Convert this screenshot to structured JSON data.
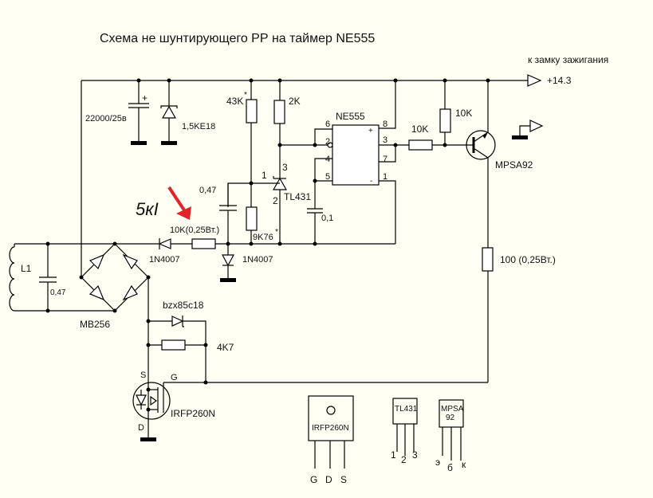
{
  "title": "Схема не шунтирующего РР на таймер NE555",
  "ignition_label": "к замку зажигания",
  "supply_label": "+14.3",
  "components": {
    "c_main": "22000/25в",
    "c_main_plus": "+",
    "tvs": "1,5KE18",
    "r_43k": "43K",
    "r_43k_star": "*",
    "r_2k": "2K",
    "ic": "NE555",
    "ic_pins": {
      "p6": "6",
      "p2": "2",
      "p4": "4",
      "p5": "5",
      "p8": "8",
      "p3": "3",
      "p7": "7",
      "p1": "1",
      "plus": "+",
      "minus": "-"
    },
    "r_10k_top": "10K",
    "r_10k_base": "10K",
    "transistor": "MPSA92",
    "c_047_top": "0,47",
    "tl431": "TL431",
    "tl431_pins": {
      "p1": "1",
      "p2": "2",
      "p3": "3"
    },
    "r_9k76": "9K76",
    "r_9k76_star": "*",
    "c_01": "0,1",
    "r_10k_input": "10K(0,25Вт.)",
    "d_input": "1N4007",
    "d_gnd": "1N4007",
    "coil": "L1",
    "c_coil": "0,47",
    "bridge": "MB256",
    "zener": "bzx85c18",
    "r_4k7": "4K7",
    "r_100": "100 (0,25Вт.)",
    "mosfet": "IRFP260N",
    "mosfet_s": "S",
    "mosfet_g": "G",
    "mosfet_d": "D"
  },
  "annotation": {
    "handwritten": "5кI",
    "arrow_color": "#e0242a",
    "handwritten_color": "#4a57b8"
  },
  "pinouts": {
    "irfp": {
      "name": "IRFP260N",
      "pins": [
        "G",
        "D",
        "S"
      ]
    },
    "tl431": {
      "name": "TL431",
      "pins": [
        "1",
        "2",
        "3"
      ]
    },
    "mpsa": {
      "name_line1": "MPSA",
      "name_line2": "92",
      "pins": [
        "э",
        "б",
        "к"
      ]
    }
  }
}
